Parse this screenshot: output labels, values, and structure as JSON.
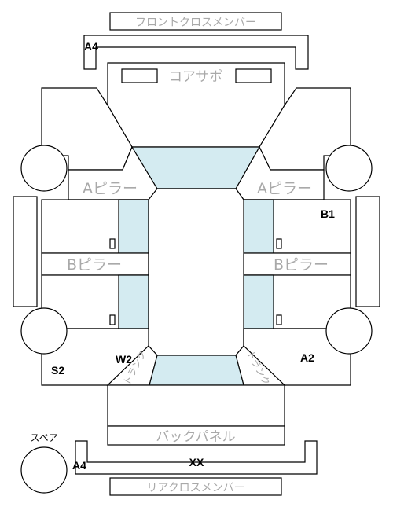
{
  "parts": {
    "front_cross_member": "フロントクロスメンバー",
    "radiator_support": "コアサポ",
    "a_pillar_left": "Aピラー",
    "a_pillar_right": "Aピラー",
    "b_pillar_left": "Bピラー",
    "b_pillar_right": "Bピラー",
    "back_panel": "バックパネル",
    "rear_cross_member": "リアクロスメンバー",
    "trunk_left": "トランク",
    "trunk_right": "トランク",
    "spare": "スペア"
  },
  "codes": {
    "front_a4": "A4",
    "b1": "B1",
    "s2": "S2",
    "w2": "W2",
    "a2": "A2",
    "rear_a4": "A4",
    "xx": "XX"
  },
  "colors": {
    "glass": "#d4ebf1",
    "label_gray": "#a9a9a9",
    "outline": "#000000"
  }
}
